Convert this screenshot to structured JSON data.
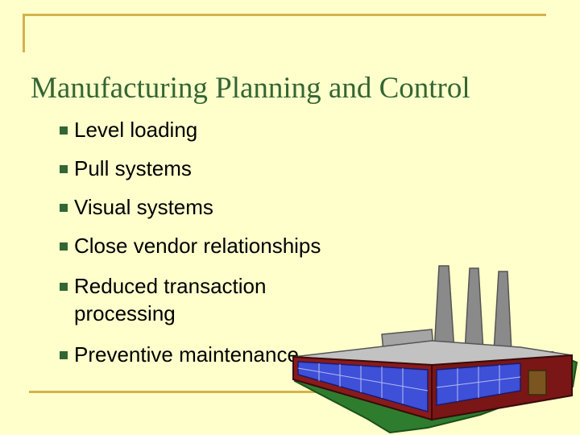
{
  "slide": {
    "title": "Manufacturing Planning and Control",
    "bullets": [
      {
        "line1": "Level loading"
      },
      {
        "line1": "Pull systems"
      },
      {
        "line1": "Visual systems"
      },
      {
        "line1": "Close vendor relationships"
      },
      {
        "line1": "Reduced transaction",
        "line2": "processing"
      },
      {
        "line1": "Preventive maintenance"
      }
    ]
  },
  "colors": {
    "background": "#FFFFCC",
    "title": "#336633",
    "frame": "#D4B24C",
    "bullet": "#336633"
  },
  "image": {
    "icon": "factory-icon"
  }
}
